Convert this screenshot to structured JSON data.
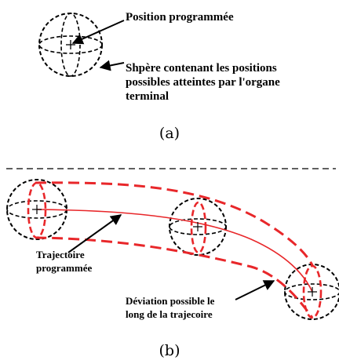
{
  "panel_a": {
    "label_position": "Position   programmée",
    "label_sphere_lines": [
      "Shpère contenant les positions",
      "possibles atteintes par l'organe",
      "terminal"
    ],
    "caption": "(a)"
  },
  "panel_b": {
    "label_trajectory_lines": [
      "Trajectoire",
      "programmée"
    ],
    "label_deviation_lines": [
      "Déviation possible le",
      "long de la trajecoire"
    ],
    "caption": "(b)"
  },
  "colors": {
    "line": "#000000",
    "path": "#e8272a",
    "background": "#ffffff"
  }
}
